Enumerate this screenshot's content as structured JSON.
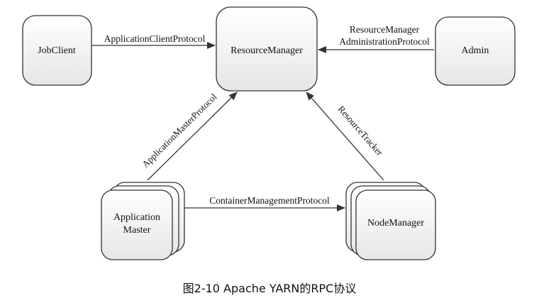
{
  "nodes": {
    "jobclient": "JobClient",
    "resourcemanager": "ResourceManager",
    "admin": "Admin",
    "appmaster_line1": "Application",
    "appmaster_line2": "Master",
    "nodemanager": "NodeManager"
  },
  "edges": {
    "client_protocol": "ApplicationClientProtocol",
    "admin_protocol_line1": "ResourceManager",
    "admin_protocol_line2": "AdministrationProtocol",
    "master_protocol": "ApplicationMasterProtocol",
    "resource_tracker": "ResourceTracker",
    "container_protocol": "ContainerManagementProtocol"
  },
  "caption": "图2-10 Apache YARN的RPC协议"
}
